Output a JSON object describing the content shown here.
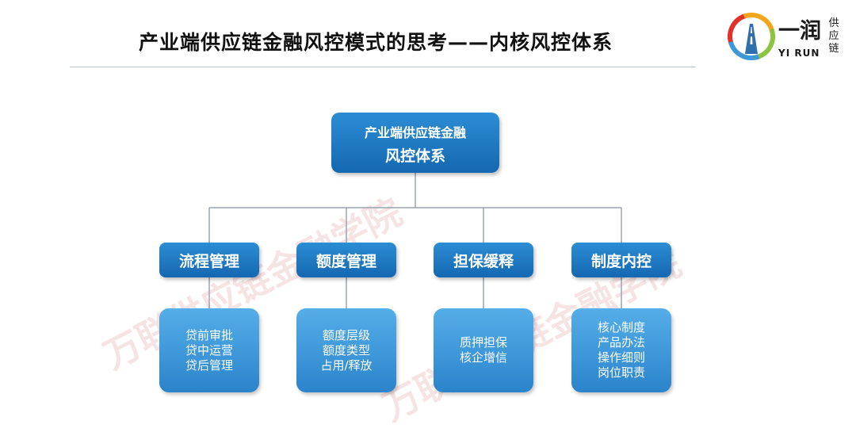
{
  "title": "产业端供应链金融风控模式的思考——内核风控体系",
  "logo": {
    "cn": "一润",
    "en": "YI RUN",
    "side": [
      "供",
      "应",
      "链"
    ]
  },
  "watermark": {
    "left": "万联供应链金融学院",
    "right": "万联供应链金融学院"
  },
  "root": {
    "line1": "产业端供应链金融",
    "line2": "风控体系"
  },
  "categories": [
    {
      "label": "流程管理",
      "items": [
        "贷前审批",
        "贷中运营",
        "贷后管理"
      ]
    },
    {
      "label": "额度管理",
      "items": [
        "额度层级",
        "额度类型",
        "占用/释放"
      ]
    },
    {
      "label": "担保缓释",
      "items": [
        "质押担保",
        "核企增信"
      ]
    },
    {
      "label": "制度内控",
      "items": [
        "核心制度",
        "产品办法",
        "操作细则",
        "岗位职责"
      ]
    }
  ],
  "colors": {
    "box_dark": "#1468b1",
    "box_light": "#2b84cb",
    "connector": "#9aa4ae"
  }
}
